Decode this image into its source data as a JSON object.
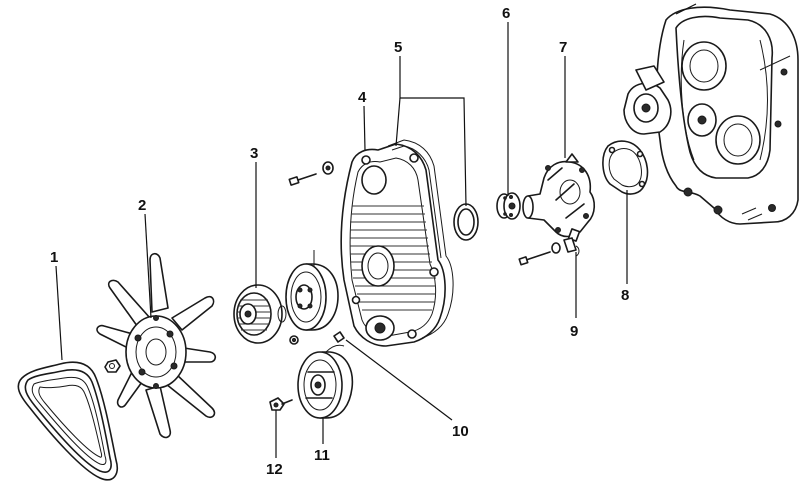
{
  "labels": {
    "l1": "1",
    "l2": "2",
    "l3": "3",
    "l4": "4",
    "l5": "5",
    "l6": "6",
    "l7": "7",
    "l8": "8",
    "l9": "9",
    "l10": "10",
    "l11": "11",
    "l12": "12"
  },
  "colors": {
    "line": "#1a1a1a",
    "background": "#ffffff"
  }
}
